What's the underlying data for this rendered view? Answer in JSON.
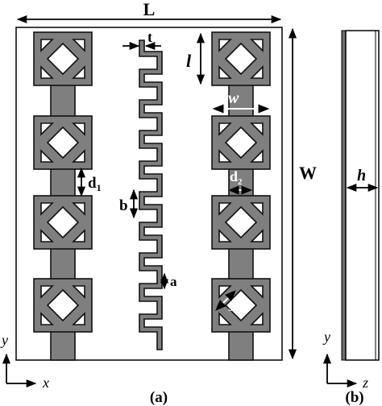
{
  "labels": {
    "L": "L",
    "W": "W",
    "t": "t",
    "l": "l",
    "w": "w",
    "h": "h",
    "b": "b",
    "a": "a",
    "s": "s",
    "d1": "d",
    "d1_sub": "1",
    "d2": "d",
    "d2_sub": "2"
  },
  "axes_a": {
    "y": "y",
    "x": "x"
  },
  "axes_b": {
    "y": "y",
    "z": "z"
  },
  "captions": {
    "a": "(a)",
    "b": "(b)"
  },
  "colors": {
    "metal": "#7f7f7f",
    "outline": "#111111",
    "background": "#ffffff"
  }
}
